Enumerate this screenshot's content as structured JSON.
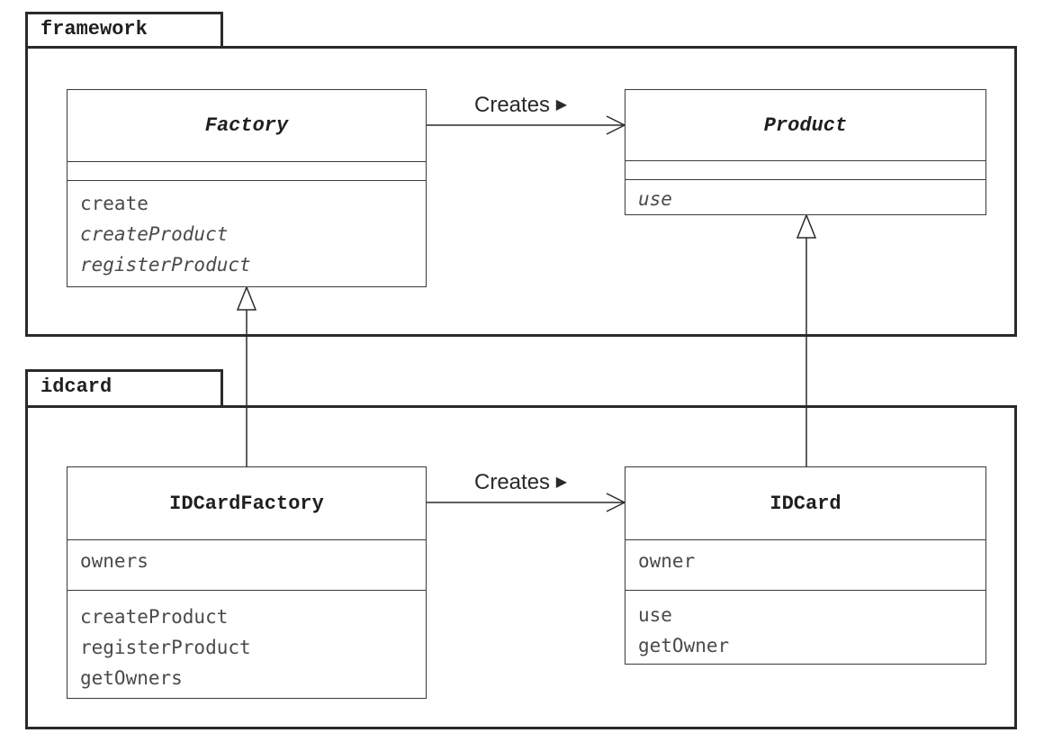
{
  "packages": {
    "framework": {
      "name": "framework"
    },
    "idcard": {
      "name": "idcard"
    }
  },
  "classes": {
    "factory": {
      "name": "Factory",
      "abstract": true,
      "fields": [],
      "methods": [
        {
          "name": "create",
          "italic": false
        },
        {
          "name": "createProduct",
          "italic": true
        },
        {
          "name": "registerProduct",
          "italic": true
        }
      ]
    },
    "product": {
      "name": "Product",
      "abstract": true,
      "fields": [],
      "methods": [
        {
          "name": "use",
          "italic": true
        }
      ]
    },
    "idcardfactory": {
      "name": "IDCardFactory",
      "abstract": false,
      "fields": [
        {
          "name": "owners"
        }
      ],
      "methods": [
        {
          "name": "createProduct",
          "italic": false
        },
        {
          "name": "registerProduct",
          "italic": false
        },
        {
          "name": "getOwners",
          "italic": false
        }
      ]
    },
    "idcard": {
      "name": "IDCard",
      "abstract": false,
      "fields": [
        {
          "name": "owner"
        }
      ],
      "methods": [
        {
          "name": "use",
          "italic": false
        },
        {
          "name": "getOwner",
          "italic": false
        }
      ]
    }
  },
  "relations": {
    "creates_top": {
      "label": "Creates",
      "marker": "▶"
    },
    "creates_bottom": {
      "label": "Creates",
      "marker": "▶"
    }
  },
  "colors": {
    "line": "#2a2a2a",
    "text": "#1f1f1f",
    "member_text": "#4a4a4a"
  }
}
